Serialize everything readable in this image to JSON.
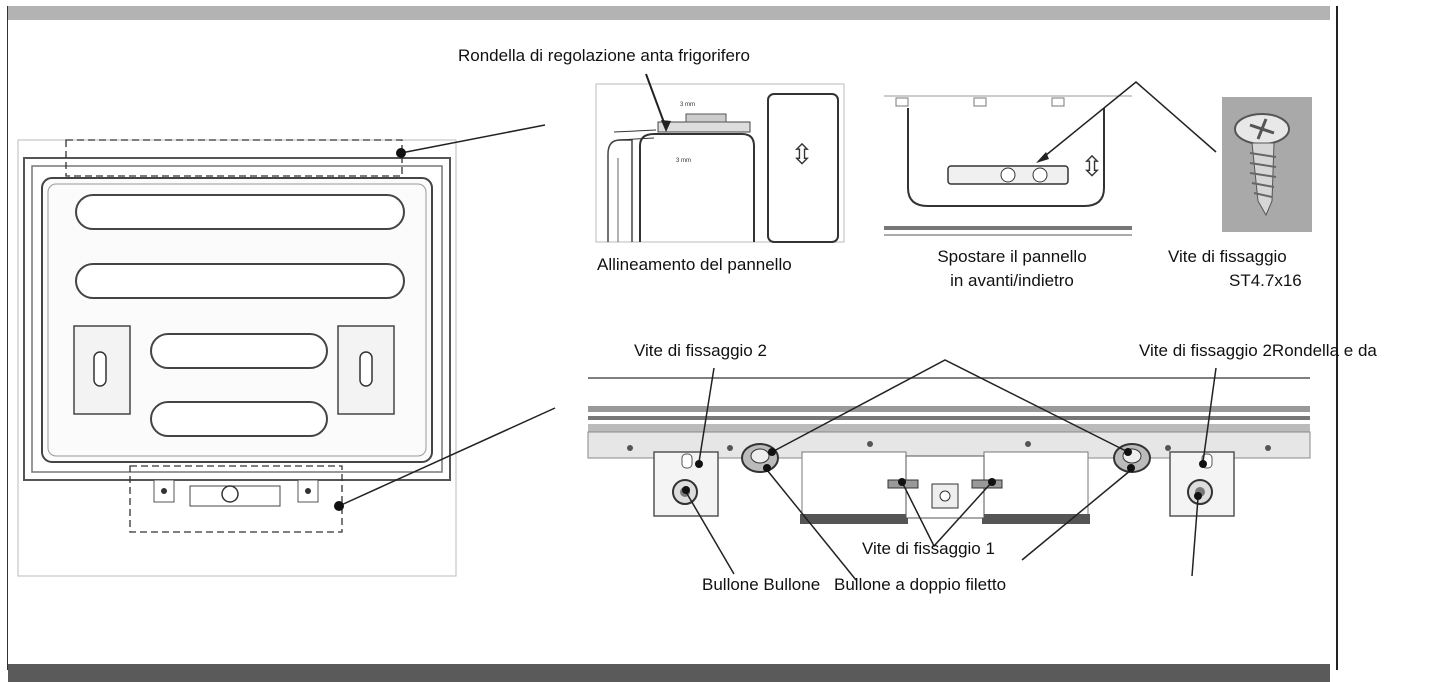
{
  "labels": {
    "shim_label": "Rondella di regolazione anta frigorifero",
    "alignment_label": "Allineamento del pannello",
    "move_line1": "Spostare il pannello",
    "move_line2": "in avanti/indietro",
    "screw_name_line1": "Vite di fissaggio",
    "screw_name_line2": "ST4.7x16",
    "screw2_left": "Vite di fissaggio 2",
    "screw2_right": "Vite di fissaggio 2Rondella e da",
    "screw1": "Vite di fissaggio 1",
    "bolts": "Bullone  Bullone",
    "double_thread": "Bullone a doppio filetto"
  },
  "colors": {
    "line": "#333333",
    "top_band": "#b3b3b3",
    "bottom_band": "#5a5a5a",
    "photo_bg": "#a9a9a9"
  }
}
